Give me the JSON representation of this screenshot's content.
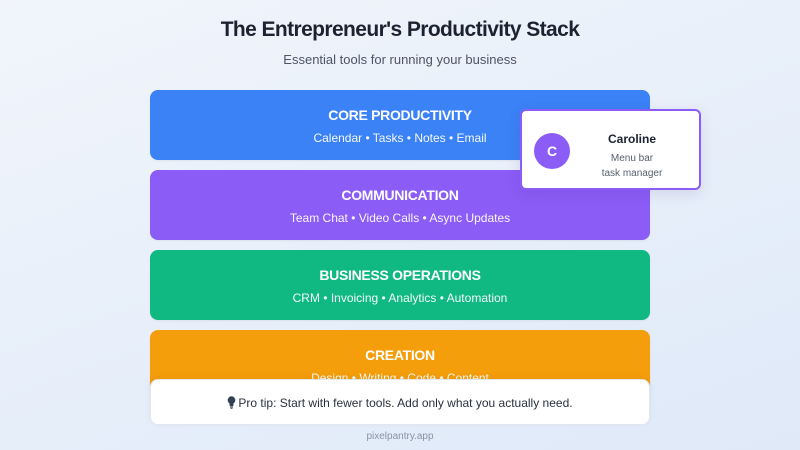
{
  "header": {
    "title": "The Entrepreneur's Productivity Stack",
    "subtitle": "Essential tools for running your business"
  },
  "layers": [
    {
      "title": "CORE PRODUCTIVITY",
      "items": "Calendar • Tasks • Notes • Email",
      "color": "#3b82f6"
    },
    {
      "title": "COMMUNICATION",
      "items": "Team Chat • Video Calls • Async Updates",
      "color": "#8b5cf6"
    },
    {
      "title": "BUSINESS OPERATIONS",
      "items": "CRM • Invoicing • Analytics • Automation",
      "color": "#10b981"
    },
    {
      "title": "CREATION",
      "items": "Design • Writing • Code • Content",
      "color": "#f59e0b"
    }
  ],
  "card": {
    "avatar_initial": "C",
    "name": "Caroline",
    "line1": "Menu bar",
    "line2": "task manager",
    "accent": "#8b5cf6"
  },
  "tip": {
    "icon": "lightbulb-icon",
    "text": "Pro tip: Start with fewer tools. Add only what you actually need."
  },
  "footer": {
    "text": "pixelpantry.app"
  }
}
